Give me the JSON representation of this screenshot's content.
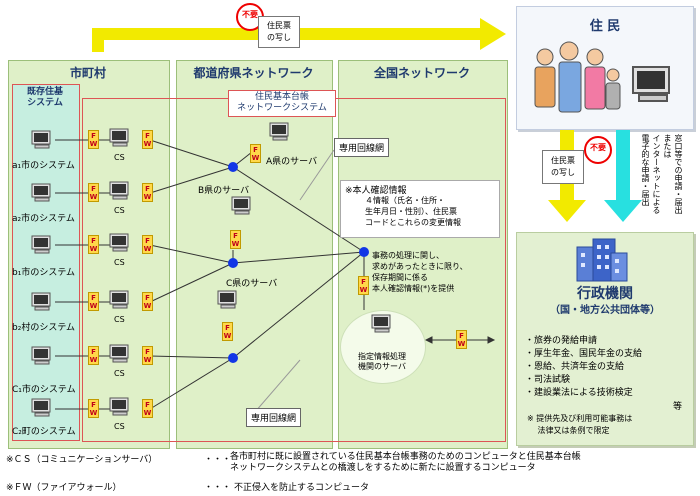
{
  "panels": {
    "municipality": "市町村",
    "prefecture": "都道府県ネットワーク",
    "national": "全国ネットワーク",
    "legacy": "既存住基\nシステム",
    "juki": "住民基本台帳\nネットワークシステム"
  },
  "systems": [
    "a₁市のシステム",
    "a₂市のシステム",
    "b₁市のシステム",
    "b₂村のシステム",
    "C₁市のシステム",
    "C₂町のシステム"
  ],
  "cs_label": "CS",
  "fw_text": [
    "F",
    "W"
  ],
  "servers": {
    "a": "A県のサーバ",
    "b": "B県のサーバ",
    "c": "C県のサーバ",
    "designated": "指定情報処理\n機関のサーバ"
  },
  "dedicated_line": "専用回線網",
  "identity_box": {
    "title": "※本人確認情報",
    "body": "４情報（氏名・住所・\n生年月日・性別）、住民票\nコードとこれらの変更情報"
  },
  "provide_text": "事務の処理に関し、\n求めがあったときに限り、\n保存期間に係る\n本人確認情報(*)を提供",
  "residents": "住 民",
  "fuyou": "不要",
  "copy_label": "住民票\nの写し",
  "vertical_text": "窓口等での申請・届出\nまたは\nインターネットによる\n電子的な申請・届出",
  "gov": {
    "title": "行政機関",
    "subtitle": "（国・地方公共団体等）",
    "items": [
      "・旅券の発給申請",
      "・厚生年金、国民年金の支給",
      "・恩給、共済年金の支給",
      "・司法試験",
      "・建設業法による技術検定"
    ],
    "etc": "等",
    "note": "※ 提供先及び利用可能事務は\n　 法律又は条例で限定"
  },
  "footnotes": [
    {
      "term": "※ＣＳ（コミュニケーションサーバ）",
      "desc": "各市町村に既に設置されている住民基本台帳事務のためのコンピュータと住民基本台帳\nネットワークシステムとの橋渡しをするために新たに設置するコンピュータ"
    },
    {
      "term": "※ＦＷ（ファイアウォール）",
      "desc": "不正侵入を防止するコンピュータ"
    }
  ],
  "footnote_sep": "・・・",
  "colors": {
    "panel": "#dff0c8",
    "legacy": "#c6eee0",
    "arrow": "#f2ea00",
    "cyan": "#28e0e0",
    "node": "#1236e6",
    "gov_bg": "#e3f0d2"
  }
}
